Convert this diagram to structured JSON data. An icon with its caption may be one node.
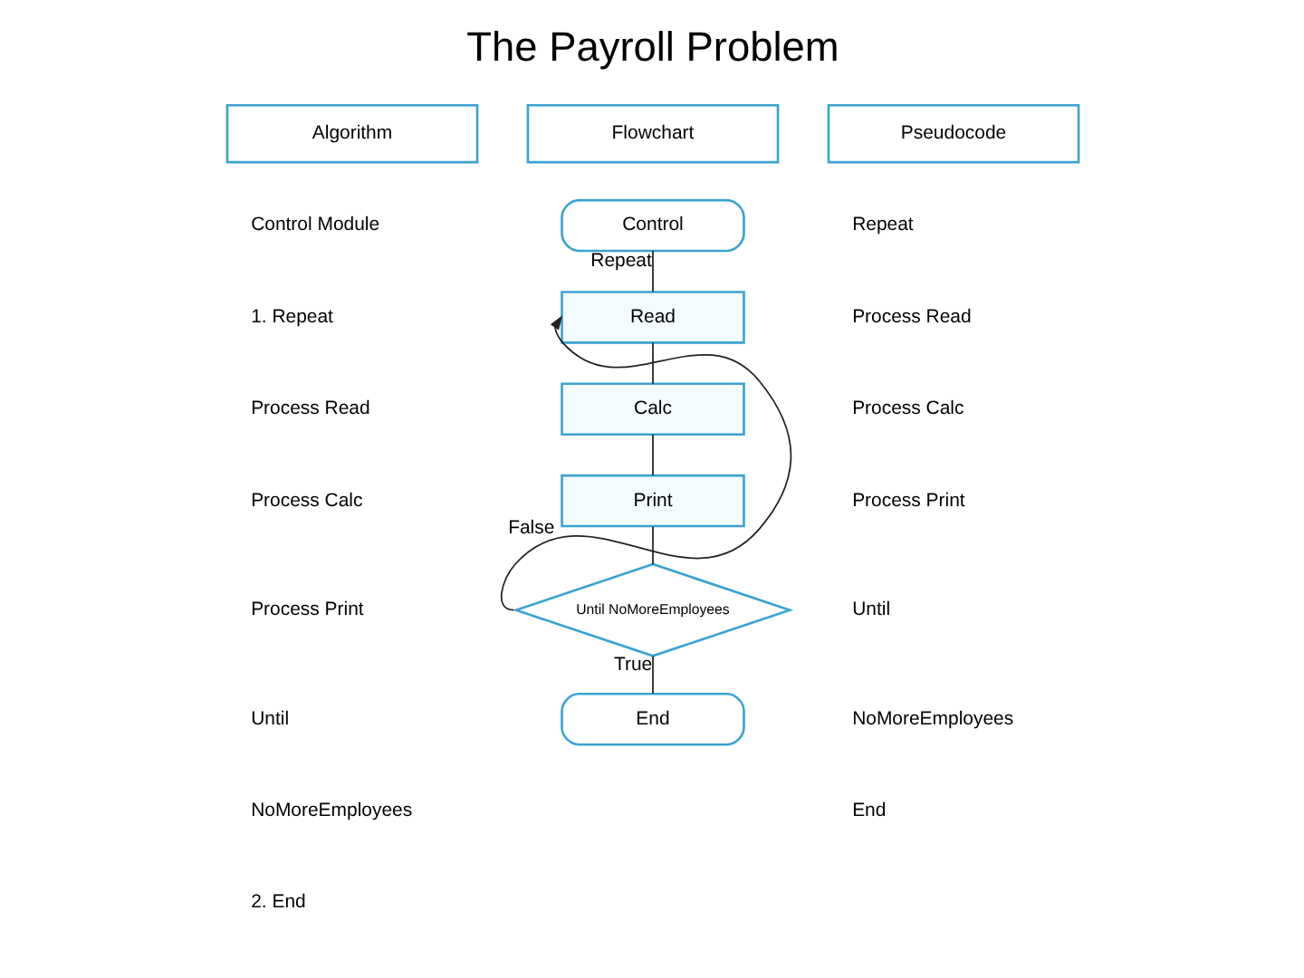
{
  "diagram": {
    "title": "The Payroll Problem",
    "nodes": [
      {
        "text": [
          "Control"
        ]
      },
      {
        "text": [
          "Read"
        ]
      },
      {
        "text": [
          "Calc"
        ]
      },
      {
        "text": [
          "Print"
        ]
      },
      {
        "text": [
          "Until NoMoreEmployees"
        ]
      },
      {
        "text": [
          "End"
        ]
      }
    ],
    "edges": [
      {
        "from": 0,
        "to": 1,
        "arrow": "none",
        "label": "Repeat"
      },
      {
        "from": 1,
        "to": 2,
        "arrow": "none"
      },
      {
        "from": 2,
        "to": 3,
        "arrow": "none"
      },
      {
        "from": 3,
        "to": 4,
        "arrow": "none"
      },
      {
        "from": 4,
        "to": 1,
        "arrow": "to",
        "label": "False"
      },
      {
        "from": 4,
        "to": 5,
        "arrow": "none",
        "label": "True"
      }
    ],
    "labels": [
      "Algorithm",
      "Flowchart",
      "Pseudocode",
      "Control Module",
      "1. Repeat",
      "Process Read",
      "Process Calc",
      "Process Print",
      "Until",
      "NoMoreEmployees",
      "2. End",
      "Repeat",
      "Process Read",
      "Process Calc",
      "Process Print",
      "Until",
      "NoMoreEmployees",
      "End"
    ]
  }
}
